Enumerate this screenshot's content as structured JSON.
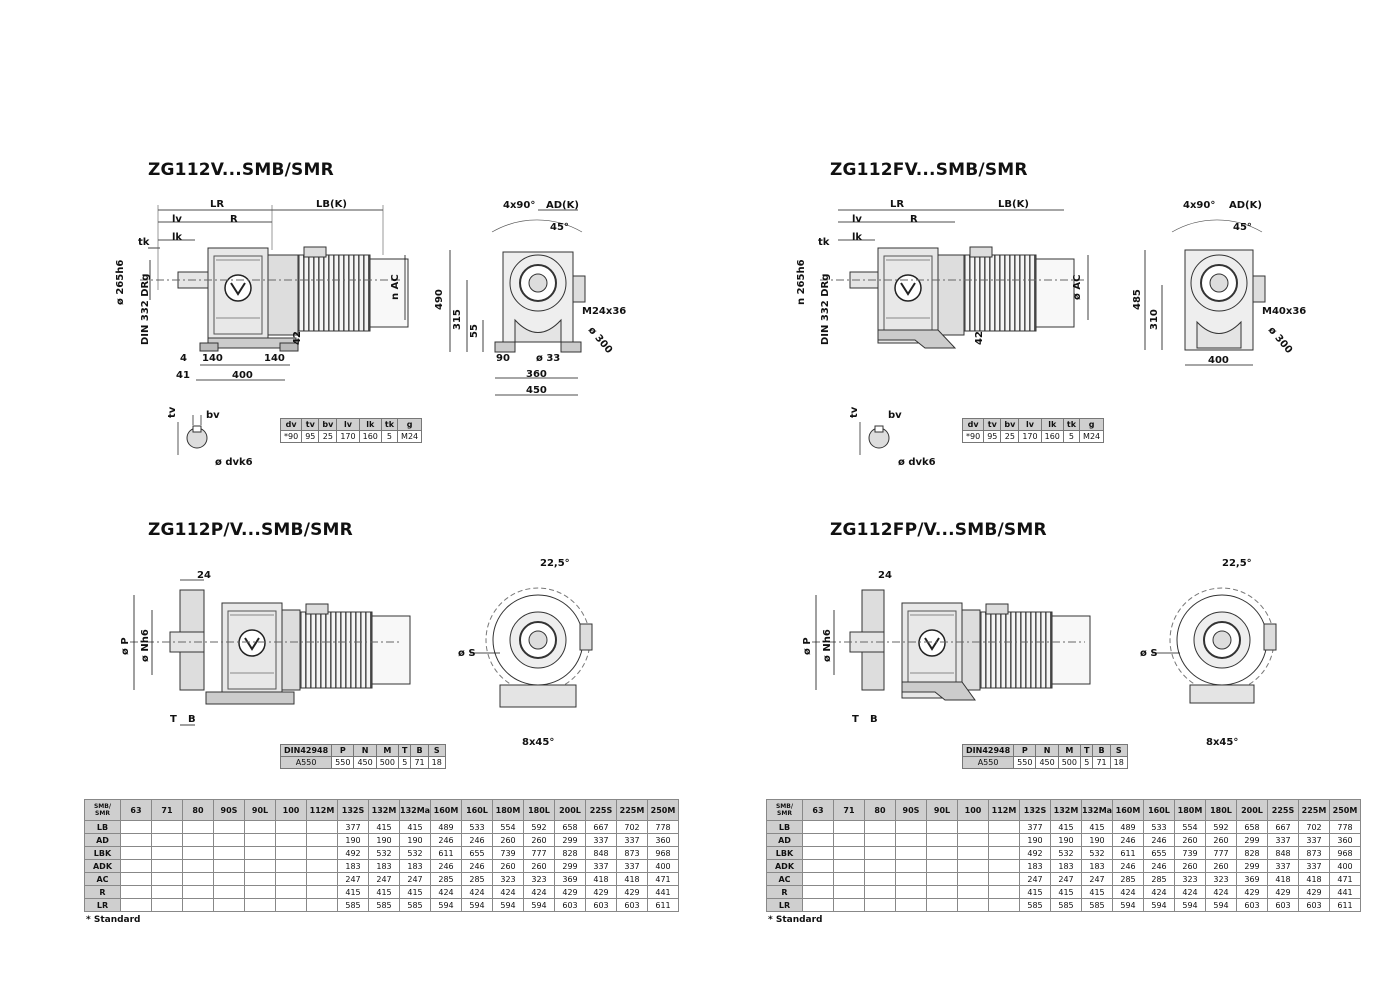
{
  "sections": [
    {
      "title": "ZG112V...SMB/SMR"
    },
    {
      "title": "ZG112FV...SMB/SMR"
    },
    {
      "title": "ZG112P/V...SMB/SMR"
    },
    {
      "title": "ZG112FP/V...SMB/SMR"
    }
  ],
  "dims_v": {
    "LR": "LR",
    "lv": "lv",
    "R": "R",
    "LBK": "LB(K)",
    "tk": "tk",
    "lk": "lk",
    "shaft": "ø 265h6",
    "din": "DIN 332 DRg",
    "nAC": "n AC",
    "d42": "42",
    "d4": "4",
    "d140a": "140",
    "d140b": "140",
    "d41": "41",
    "d400": "400",
    "angle": "4x90°",
    "ADK": "AD(K)",
    "a45": "45°",
    "h490": "490",
    "h315": "315",
    "h55": "55",
    "thread": "M24x36",
    "d300": "ø 300",
    "d90": "90",
    "d33": "ø 33",
    "d360": "360",
    "d450": "450",
    "tv": "tv",
    "bv": "bv",
    "dvk6": "ø dvk6"
  },
  "dims_fv": {
    "LR": "LR",
    "lv": "lv",
    "R": "R",
    "LBK": "LB(K)",
    "tk": "tk",
    "lk": "lk",
    "shaft": "n 265h6",
    "din": "DIN 332 DRg",
    "nAC": "ø AC",
    "d42": "42",
    "angle": "4x90°",
    "ADK": "AD(K)",
    "a45": "45°",
    "h485": "485",
    "h310": "310",
    "thread": "M40x36",
    "d300": "ø 300",
    "d400": "400",
    "tv": "tv",
    "bv": "bv",
    "dvk6": "ø dvk6"
  },
  "dims_pv": {
    "d24": "24",
    "P": "ø P",
    "N": "ø Nh6",
    "T": "T",
    "B": "B",
    "a225": "22,5°",
    "S": "ø S",
    "a845": "8x45°"
  },
  "shaft_table": {
    "headers": [
      "dv",
      "tv",
      "bv",
      "lv",
      "lk",
      "tk",
      "g"
    ],
    "row": [
      "*90",
      "95",
      "25",
      "170",
      "160",
      "5",
      "M24"
    ]
  },
  "flange_table": {
    "headers": [
      "DIN42948",
      "P",
      "N",
      "M",
      "T",
      "B",
      "S"
    ],
    "row": [
      "A550",
      "550",
      "450",
      "500",
      "5",
      "71",
      "18"
    ]
  },
  "motor_table": {
    "corner": [
      "SMB/",
      "SMR"
    ],
    "columns": [
      "63",
      "71",
      "80",
      "90S",
      "90L",
      "100",
      "112M",
      "132S",
      "132M",
      "132Ma",
      "160M",
      "160L",
      "180M",
      "180L",
      "200L",
      "225S",
      "225M",
      "250M"
    ],
    "rows": [
      {
        "label": "LB",
        "values": [
          "",
          "",
          "",
          "",
          "",
          "",
          "",
          "377",
          "415",
          "415",
          "489",
          "533",
          "554",
          "592",
          "658",
          "667",
          "702",
          "778"
        ]
      },
      {
        "label": "AD",
        "values": [
          "",
          "",
          "",
          "",
          "",
          "",
          "",
          "190",
          "190",
          "190",
          "246",
          "246",
          "260",
          "260",
          "299",
          "337",
          "337",
          "360"
        ]
      },
      {
        "label": "LBK",
        "values": [
          "",
          "",
          "",
          "",
          "",
          "",
          "",
          "492",
          "532",
          "532",
          "611",
          "655",
          "739",
          "777",
          "828",
          "848",
          "873",
          "968"
        ]
      },
      {
        "label": "ADK",
        "values": [
          "",
          "",
          "",
          "",
          "",
          "",
          "",
          "183",
          "183",
          "183",
          "246",
          "246",
          "260",
          "260",
          "299",
          "337",
          "337",
          "400"
        ]
      },
      {
        "label": "AC",
        "values": [
          "",
          "",
          "",
          "",
          "",
          "",
          "",
          "247",
          "247",
          "247",
          "285",
          "285",
          "323",
          "323",
          "369",
          "418",
          "418",
          "471"
        ]
      },
      {
        "label": "R",
        "values": [
          "",
          "",
          "",
          "",
          "",
          "",
          "",
          "415",
          "415",
          "415",
          "424",
          "424",
          "424",
          "424",
          "429",
          "429",
          "429",
          "441"
        ]
      },
      {
        "label": "LR",
        "values": [
          "",
          "",
          "",
          "",
          "",
          "",
          "",
          "585",
          "585",
          "585",
          "594",
          "594",
          "594",
          "594",
          "603",
          "603",
          "603",
          "611"
        ]
      }
    ],
    "footnote": "* Standard"
  }
}
